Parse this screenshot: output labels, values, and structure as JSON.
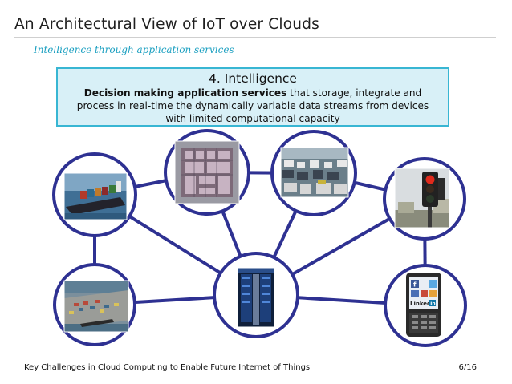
{
  "slide": {
    "title": "An Architectural View of IoT over Clouds",
    "subtitle": "Intelligence through application services",
    "footer": "Key Challenges in Cloud Computing to Enable Future Internet of Things",
    "page_number": "6/16"
  },
  "callout": {
    "heading": "4. Intelligence",
    "body_bold": "Decision making application services",
    "body_rest": " that storage, integrate and process in real-time the dynamically variable data streams from devices with limited computational capacity"
  },
  "phone_labels": {
    "brand": "Linked",
    "brand_in": "in"
  },
  "colors": {
    "circle_stroke": "#2e3192",
    "link_stroke": "#2e3192",
    "callout_border": "#38b6d3",
    "callout_fill": "#d8f0f7",
    "subtitle": "#1a9fc0"
  },
  "nodes": [
    {
      "id": "cargo-ship",
      "icon": "cargo-ship-image"
    },
    {
      "id": "microchip",
      "icon": "microchip-image"
    },
    {
      "id": "traffic-jam",
      "icon": "traffic-jam-image"
    },
    {
      "id": "traffic-light",
      "icon": "traffic-light-image"
    },
    {
      "id": "port",
      "icon": "port-image"
    },
    {
      "id": "data-center",
      "icon": "server-rack-image"
    },
    {
      "id": "smartphone",
      "icon": "smartphone-image"
    }
  ]
}
